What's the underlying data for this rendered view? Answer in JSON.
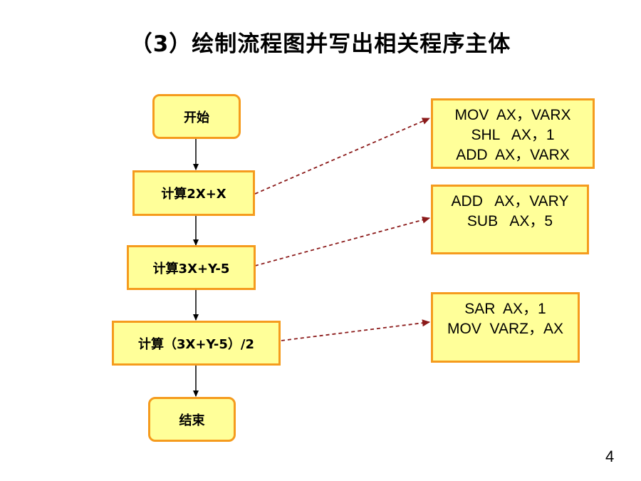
{
  "slide": {
    "title": "（3）绘制流程图并写出相关程序主体",
    "page_number": "4"
  },
  "flowchart": {
    "nodes": [
      {
        "id": "start",
        "shape": "rounded",
        "label": "开始"
      },
      {
        "id": "calc1",
        "shape": "rect",
        "label": "计算2X+X"
      },
      {
        "id": "calc2",
        "shape": "rect",
        "label": "计算3X+Y-5"
      },
      {
        "id": "calc3",
        "shape": "rect",
        "label": "计算（3X+Y-5）/2"
      },
      {
        "id": "end",
        "shape": "rounded",
        "label": "结束"
      }
    ],
    "code_boxes": [
      {
        "from": "calc1",
        "lines": [
          "MOV  AX，VARX",
          "SHL   AX，1",
          "ADD  AX，VARX"
        ]
      },
      {
        "from": "calc2",
        "lines": [
          "ADD   AX，VARY",
          "SUB   AX，5"
        ]
      },
      {
        "from": "calc3",
        "lines": [
          "SAR  AX，1",
          "MOV  VARZ，AX"
        ]
      }
    ]
  },
  "colors": {
    "box_fill": "#ffff99",
    "box_border": "#f59b1d",
    "arrow_solid": "#000000",
    "arrow_dashed": "#8b1a1a"
  }
}
